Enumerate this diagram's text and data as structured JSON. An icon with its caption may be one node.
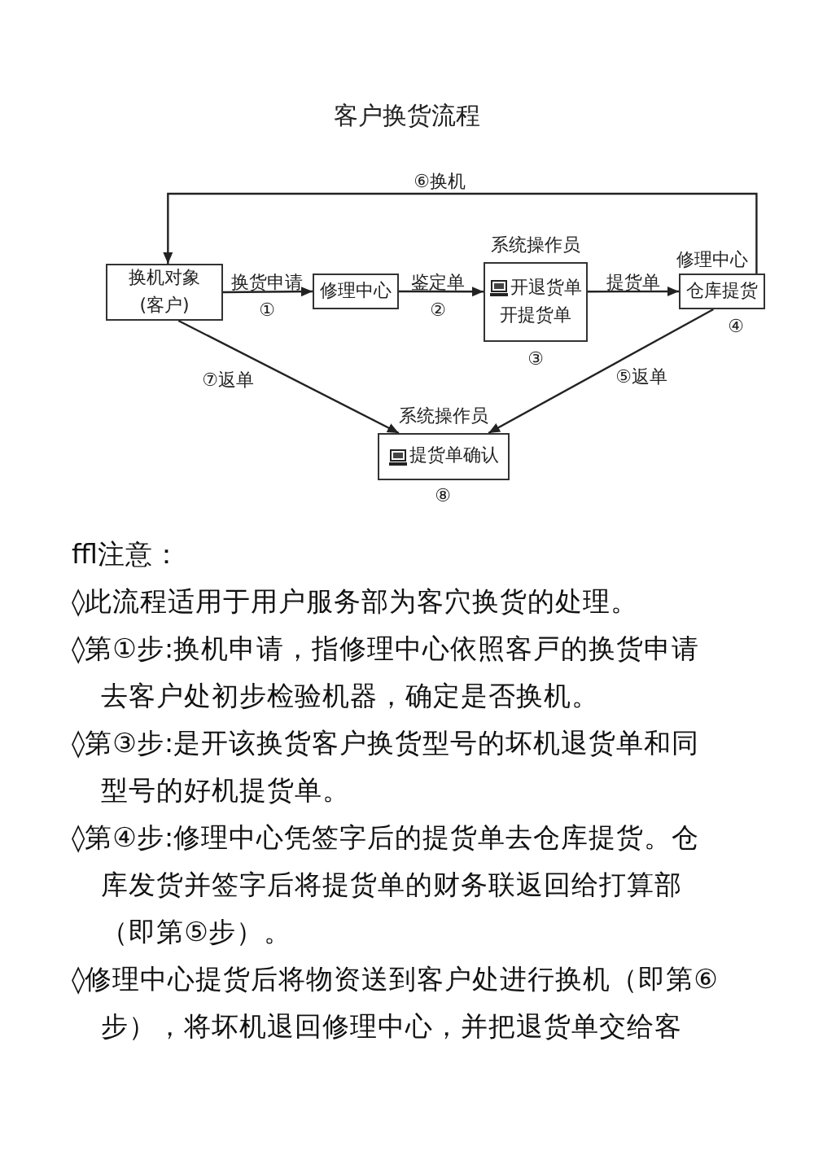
{
  "diagram": {
    "title": "客户换货流程",
    "nodes": [
      {
        "text": [
          "换机对象 (客户)"
        ]
      },
      {
        "text": [
          "修理中心"
        ]
      },
      {
        "text": [
          "系统操作员",
          "开退货单",
          "开提货单"
        ],
        "beside": [
          "③"
        ]
      },
      {
        "text": [
          "修理中心",
          "仓库提货"
        ],
        "beside": [
          "④"
        ]
      },
      {
        "text": [
          "系统操作员",
          "提货单确认"
        ],
        "beside": [
          "⑧"
        ]
      }
    ],
    "edges": [
      {
        "from": 0,
        "to": 1,
        "arrow": "to",
        "label": "换货申请"
      },
      {
        "from": 1,
        "to": 2,
        "arrow": "to",
        "label": "鉴定单"
      },
      {
        "from": 2,
        "to": 3,
        "arrow": "to",
        "label": "提货单"
      },
      {
        "from": 3,
        "to": 0,
        "arrow": "to",
        "label": "⑥换机"
      },
      {
        "from": 0,
        "to": 4,
        "arrow": "to",
        "label": "⑦返单"
      },
      {
        "from": 3,
        "to": 4,
        "arrow": "to",
        "label": "⑤返单"
      }
    ],
    "labels": [
      "①",
      "②",
      "ffl注意：",
      "◊此流程适用于用户服务部为客穴换货的处理。",
      "◊第①步:换机申请，指修理中心依照客戸的换货申请去客户处初步检验机器，确定是否换机。",
      "◊第③步:是开该换货客户换货型号的坏机退货单和同型号的好机提货单。",
      "◊第④步:修理中心凭签字后的提货单去仓库提货。仓库发货并签字后将提货单的财务联返回给打算部（即第⑤步）。",
      "◊修理中心提货后将物资送到客户处进行换机（即第⑥步），将坏机退回修理中心，并把退货单交给客"
    ]
  }
}
